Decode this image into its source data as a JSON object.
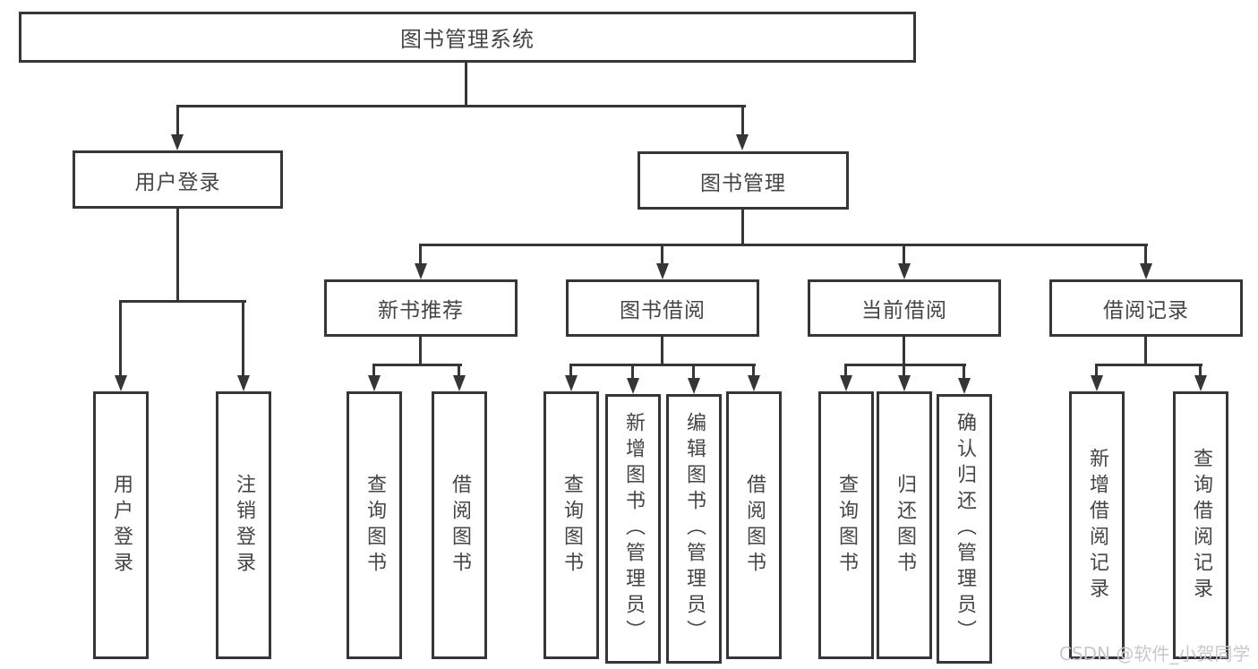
{
  "diagram": {
    "title": "图书管理系统",
    "level2": [
      {
        "label": "用户登录"
      },
      {
        "label": "图书管理"
      }
    ],
    "level3": [
      {
        "label": "新书推荐"
      },
      {
        "label": "图书借阅"
      },
      {
        "label": "当前借阅"
      },
      {
        "label": "借阅记录"
      }
    ],
    "leaves": {
      "login": [
        {
          "label": "用户登录"
        },
        {
          "label": "注销登录"
        }
      ],
      "newbook": [
        {
          "label": "查询图书"
        },
        {
          "label": "借阅图书"
        }
      ],
      "borrow": [
        {
          "label": "查询图书"
        },
        {
          "label": "新增图书（管理员）"
        },
        {
          "label": "编辑图书（管理员）"
        },
        {
          "label": "借阅图书"
        }
      ],
      "current": [
        {
          "label": "查询图书"
        },
        {
          "label": "归还图书"
        },
        {
          "label": "确认归还（管理员）"
        }
      ],
      "records": [
        {
          "label": "新增借阅记录"
        },
        {
          "label": "查询借阅记录"
        }
      ]
    }
  },
  "watermark": "CSDN @软件_小贺同学",
  "colors": {
    "line": "#363636",
    "text": "#454545",
    "box_background": "#ffffff",
    "watermark": "#c9c9c9"
  }
}
